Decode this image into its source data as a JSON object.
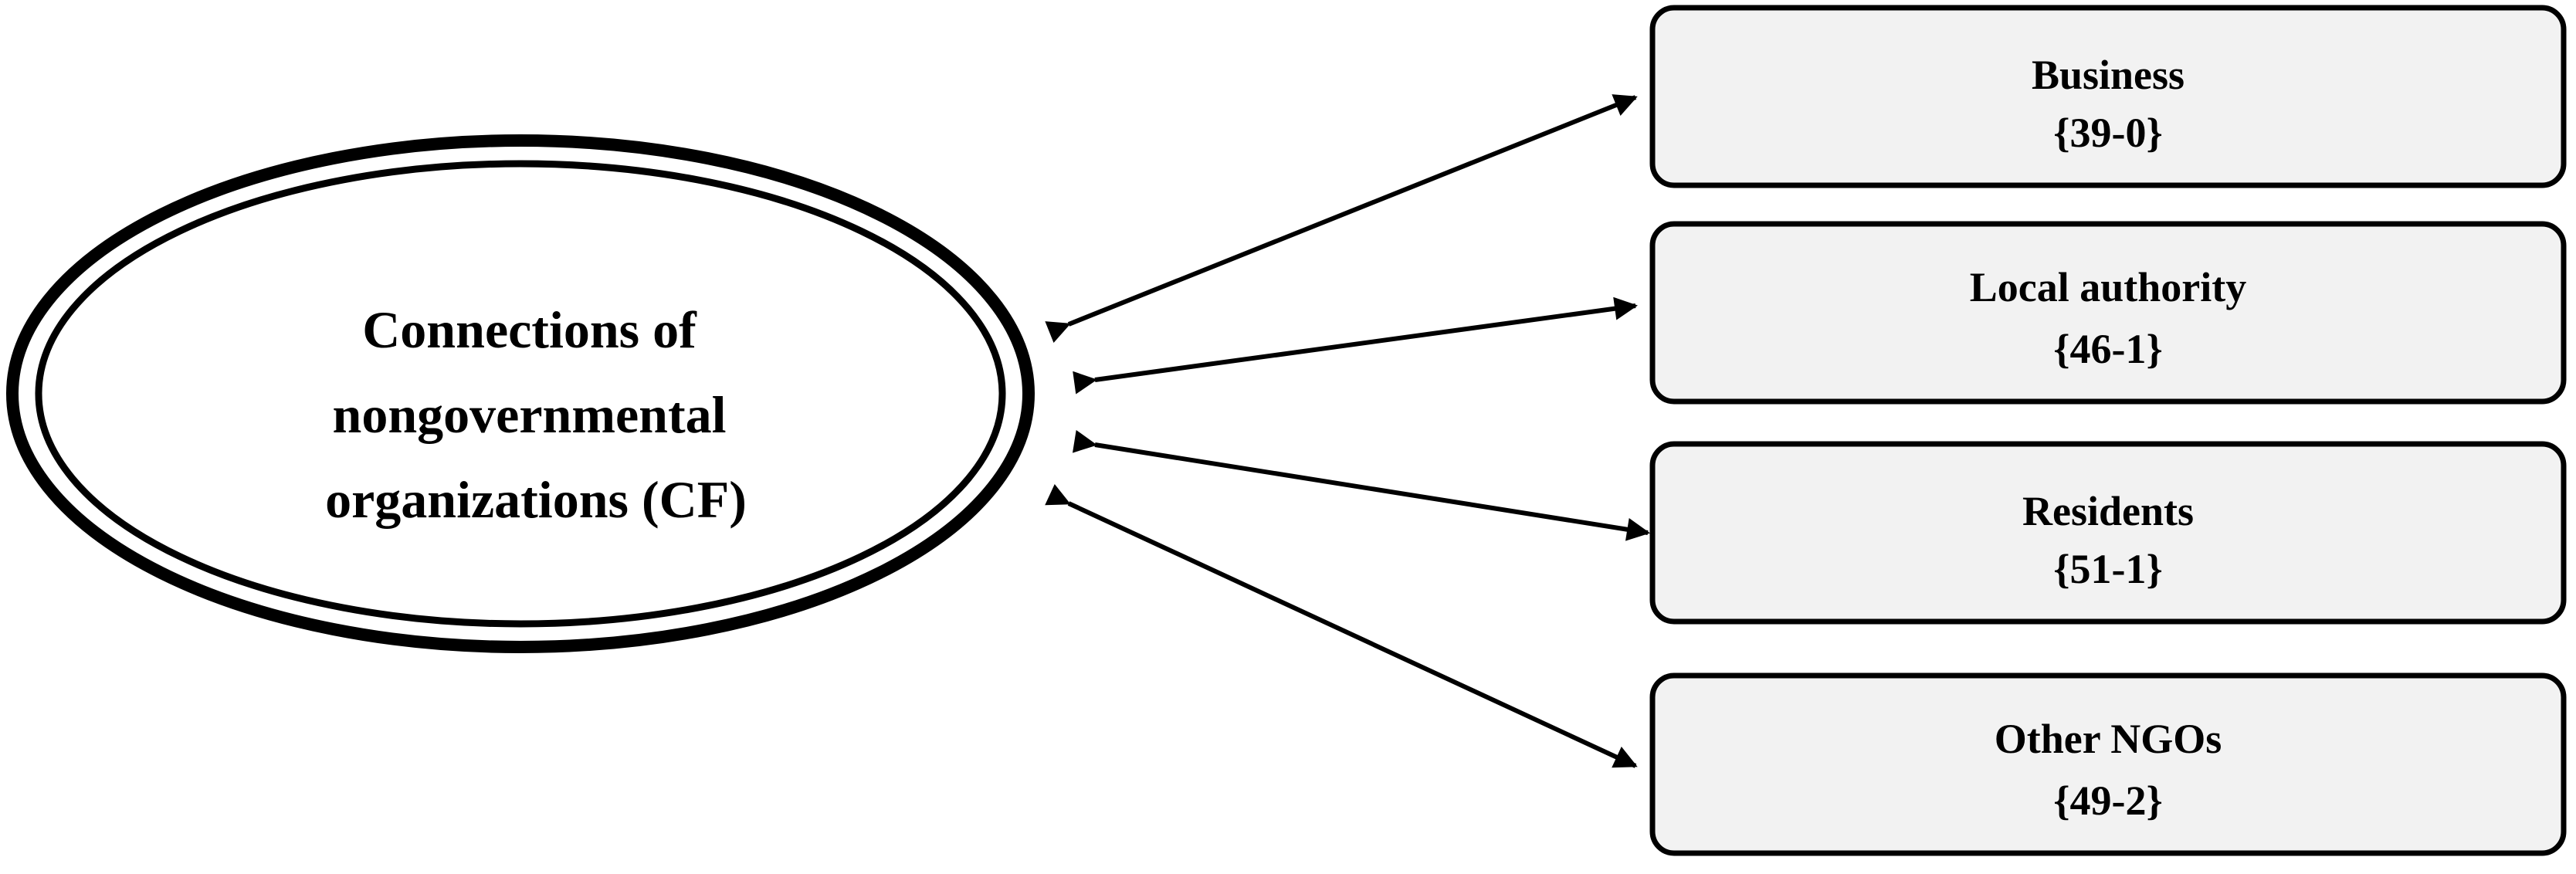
{
  "center": {
    "lines": [
      "Connections of",
      "nongovernmental",
      "organizations (CF)"
    ]
  },
  "nodes": [
    {
      "name": "Business",
      "code": "{39-0}"
    },
    {
      "name": "Local authority",
      "code": "{46-1}"
    },
    {
      "name": "Residents",
      "code": "{51-1}"
    },
    {
      "name": "Other NGOs",
      "code": "{49-2}"
    }
  ],
  "colors": {
    "box_fill": "#f2f2f2",
    "stroke": "#000000"
  }
}
